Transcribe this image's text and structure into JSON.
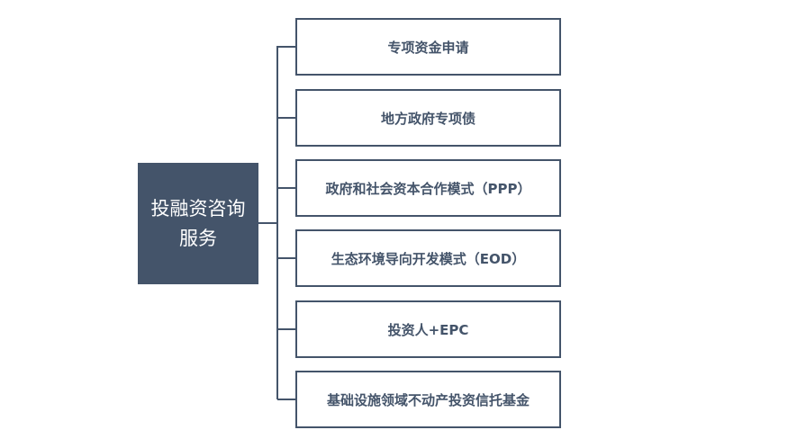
{
  "colors": {
    "root_fill": "#44546a",
    "root_text": "#ffffff",
    "child_border": "#44546a",
    "child_text": "#44546a",
    "connector": "#44546a"
  },
  "root": {
    "line1": "投融资咨询",
    "line2": "服务"
  },
  "children": [
    {
      "label": "专项资金申请"
    },
    {
      "label": "地方政府专项债"
    },
    {
      "label": "政府和社会资本合作模式（PPP）"
    },
    {
      "label": "生态环境导向开发模式（EOD）"
    },
    {
      "label": "投资人+EPC"
    },
    {
      "label": "基础设施领域不动产投资信托基金"
    }
  ]
}
